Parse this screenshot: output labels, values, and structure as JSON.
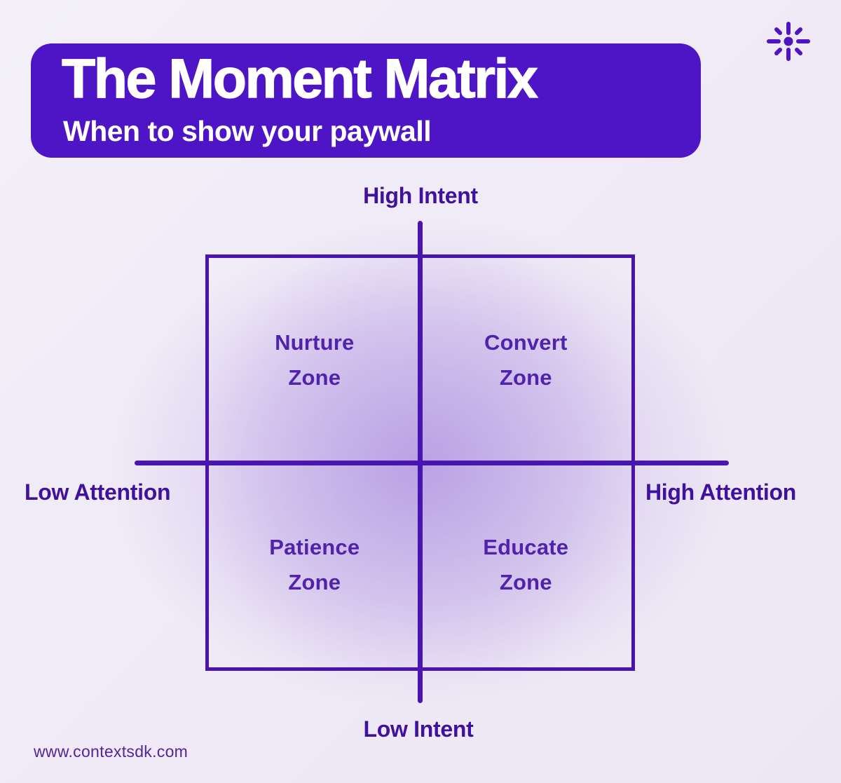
{
  "header": {
    "title": "The Moment Matrix",
    "subtitle": "When to show your paywall",
    "bg_color": "#4D15C6",
    "text_color": "#FFFFFF"
  },
  "logo": {
    "icon": "burst-logo-icon",
    "color": "#4F15C4"
  },
  "matrix": {
    "axis_labels": {
      "top": "High Intent",
      "bottom": "Low Intent",
      "left": "Low Attention",
      "right": "High Attention"
    },
    "quadrants": [
      {
        "position": "top-left",
        "label": [
          "Nurture",
          "Zone"
        ]
      },
      {
        "position": "top-right",
        "label": [
          "Convert",
          "Zone"
        ]
      },
      {
        "position": "bottom-left",
        "label": [
          "Patience",
          "Zone"
        ]
      },
      {
        "position": "bottom-right",
        "label": [
          "Educate",
          "Zone"
        ]
      }
    ],
    "colors": {
      "axis_line": "#4814B2",
      "box_border": "#4913B2",
      "axis_label_text": "#40109F",
      "quadrant_label_text": "#5123AD",
      "glow": "rgba(162,128,222,0.42)"
    }
  },
  "footer": {
    "website": "www.contextsdk.com"
  }
}
